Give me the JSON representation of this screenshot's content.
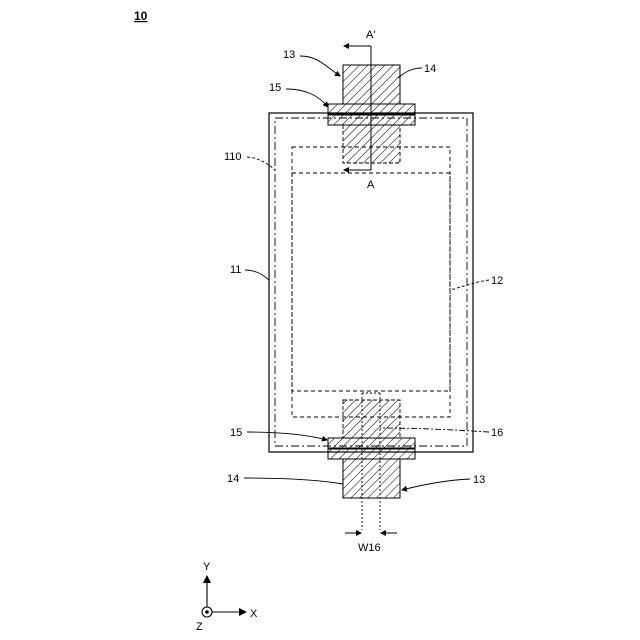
{
  "figure_number": "10",
  "colors": {
    "line": "#000000",
    "background": "#ffffff"
  },
  "labels": {
    "ref_13_top": "13",
    "ref_14_top": "14",
    "ref_15_top": "15",
    "ref_110": "110",
    "ref_11": "11",
    "ref_12": "12",
    "ref_15_bottom": "15",
    "ref_16": "16",
    "ref_14_bottom": "14",
    "ref_13_bottom": "13",
    "section_top": "A′",
    "section_bottom": "A",
    "width_w16": "W16"
  },
  "axes": {
    "y": "Y",
    "x": "X",
    "z": "Z"
  },
  "icons": {
    "axes": "coordinate-axes-icon",
    "arrow": "section-arrow-icon"
  }
}
